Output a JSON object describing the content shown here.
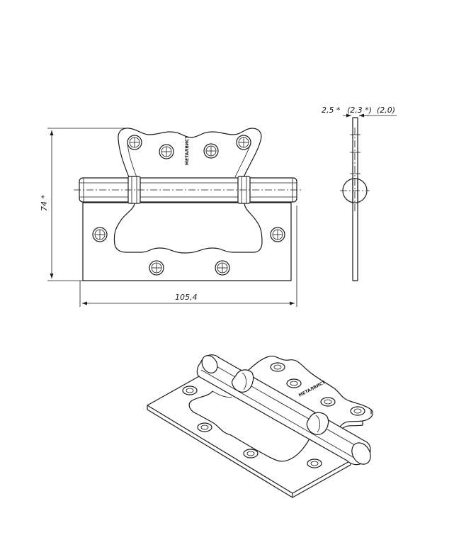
{
  "brand_mark": "METAЛBИCT",
  "dimensions": {
    "height": "74 *",
    "width": "105,4",
    "thickness_main": "2,5 *",
    "thickness_alt1": "(2,3 *)",
    "thickness_alt2": "(2,0)"
  },
  "colors": {
    "line": "#1a1a1a",
    "background": "#ffffff"
  }
}
